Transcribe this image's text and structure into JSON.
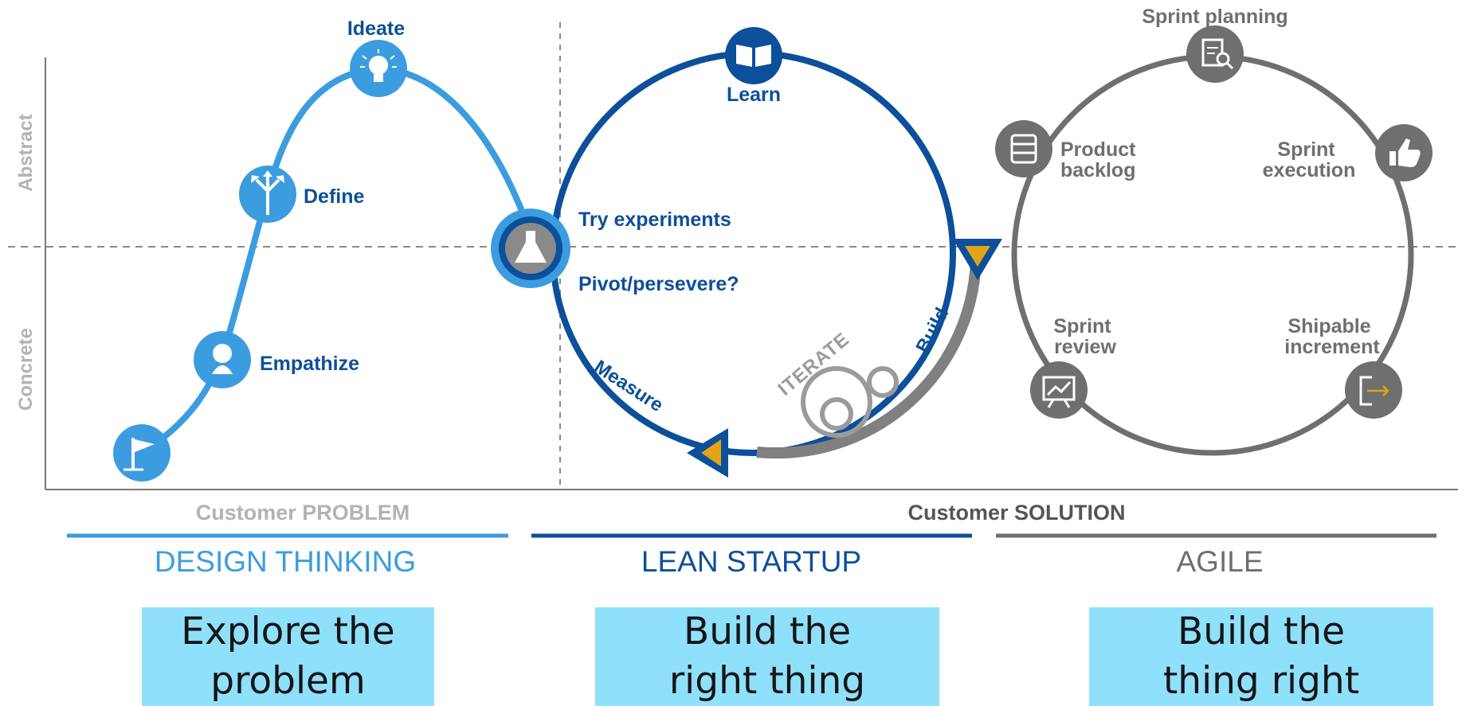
{
  "axes": {
    "y_top_label": "Abstract",
    "y_bottom_label": "Concrete",
    "x_left_label": "Customer PROBLEM",
    "x_right_label": "Customer SOLUTION"
  },
  "design_thinking": {
    "title": "DESIGN THINKING",
    "stages": {
      "ideate": "Ideate",
      "define": "Define",
      "empathize": "Empathize"
    }
  },
  "lean_startup": {
    "title": "LEAN STARTUP",
    "learn": "Learn",
    "try_experiments": "Try experiments",
    "pivot": "Pivot/persevere?",
    "measure": "Measure",
    "build": "Build",
    "iterate": "ITERATE"
  },
  "agile": {
    "title": "AGILE",
    "sprint_planning": "Sprint planning",
    "product_backlog": [
      "Product",
      "backlog"
    ],
    "sprint_execution": [
      "Sprint",
      "execution"
    ],
    "sprint_review": [
      "Sprint",
      "review"
    ],
    "shipable_increment": [
      "Shipable",
      "increment"
    ]
  },
  "boxes": {
    "explore": [
      "Explore the",
      "problem"
    ],
    "build_right_thing": [
      "Build the",
      "right thing"
    ],
    "build_thing_right": [
      "Build the",
      "thing right"
    ]
  },
  "colors": {
    "design_thinking": "#3b9ddf",
    "lean_startup": "#0c4f9a",
    "agile": "#6f6f6f",
    "axis_label": "#b3b3b3",
    "box_fill": "#8fe0fb",
    "accent_triangle": "#e3a317"
  }
}
